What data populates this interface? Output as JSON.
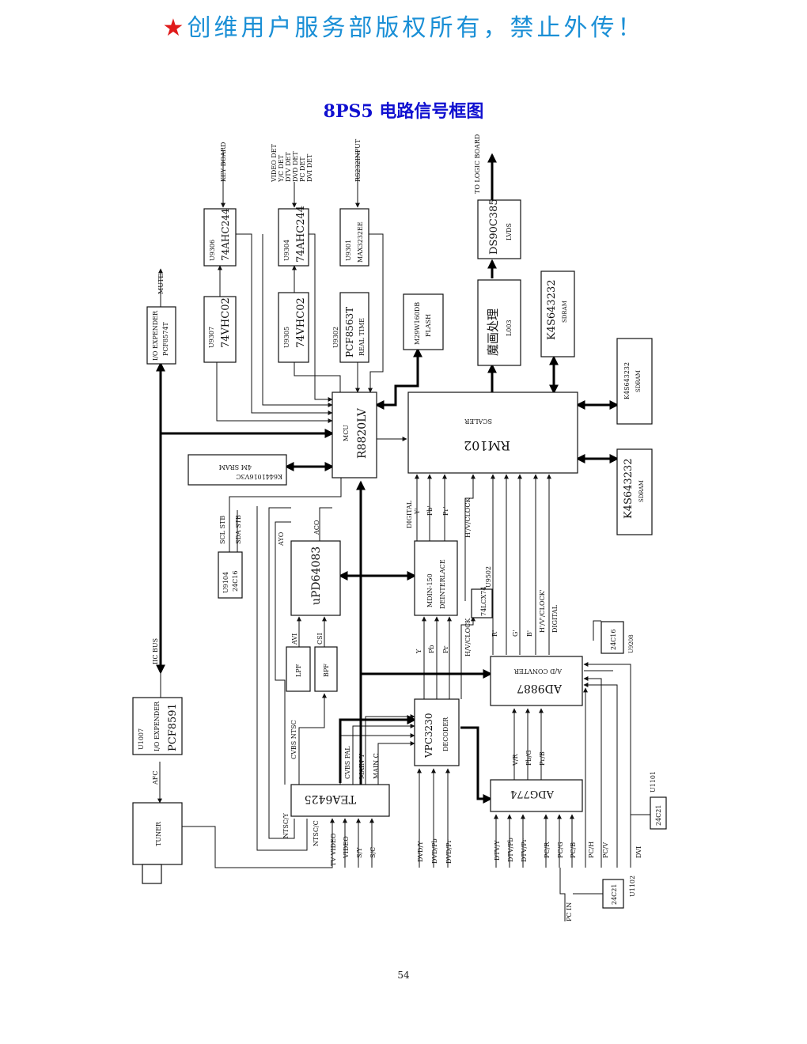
{
  "header": {
    "star": "★",
    "notice": "创维用户服务部版权所有，禁止外传！"
  },
  "title": "8PS5 电路信号框图",
  "page_number": "54",
  "chips": {
    "u9306": {
      "ref": "U9306",
      "part": "74AHC244"
    },
    "u9304": {
      "ref": "U9304",
      "part": "74AHC244"
    },
    "u9301": {
      "ref": "U9301",
      "part": "MAX3232EE"
    },
    "u9307": {
      "ref": "U9307",
      "part": "74VHC02"
    },
    "u9305": {
      "ref": "U9305",
      "part": "74VHC02"
    },
    "u9302": {
      "ref": "U9302",
      "part": "PCF8563T",
      "sub": "REAL TIME"
    },
    "flash": {
      "part": "M29W160DB",
      "sub": "FLASH"
    },
    "lvds": {
      "part": "DS90C385",
      "sub": "LVDS"
    },
    "l003": {
      "part": "魔画处理",
      "ref": "L003"
    },
    "sdram1": {
      "part": "K4S643232",
      "sub": "SDRAM"
    },
    "sdram2": {
      "part": "K4S643232",
      "sub": "SDRAM"
    },
    "sdram3": {
      "part": "K4S643232",
      "sub": "SDRAM"
    },
    "ioexp1": {
      "line1": "I/O EXPENDER",
      "line2": "PCF8574T"
    },
    "mcu": {
      "label": "MCU",
      "part": "R8820LV"
    },
    "scaler": {
      "label": "SCALER",
      "part": "RM102"
    },
    "sram": {
      "part": "K6441016V3C",
      "sub": "4M SRAM"
    },
    "u9104": {
      "ref": "U9104",
      "part": "24C16"
    },
    "upd": {
      "part": "uPD64083"
    },
    "deint": {
      "line1": "MDIN-150",
      "line2": "DEINTERLACE"
    },
    "u9502": {
      "ref": "U9502",
      "part": "74LCX74"
    },
    "u9208": {
      "ref": "U9208",
      "part": "24C16"
    },
    "ad9887": {
      "part": "AD9887",
      "sub": "A/D CONVTER"
    },
    "lpf": "LPF",
    "bpf": "BPF",
    "u1007": {
      "ref": "U1007",
      "line1": "I/O EXPENDER",
      "part": "PCF8591"
    },
    "vpc": {
      "part": "VPC3230",
      "sub": "DECODER"
    },
    "tuner": "TUNER",
    "tea": "TEA6425",
    "adg": "ADG774",
    "u1101": {
      "ref": "U1101",
      "part": "24C21"
    },
    "u1102": {
      "ref": "U1102",
      "part": "24C21"
    }
  },
  "signals": {
    "key_board": "KEY BOARD",
    "det1": "VIDEO DET",
    "det2": "Y/C DET",
    "det3": "DTV DET",
    "det4": "DVD DET",
    "det5": "PC DET",
    "det6": "DVI DET",
    "rs232": "RS232INPUT",
    "logic": "TO LOGIC BOARD",
    "mute": "MUTE",
    "digital_y": "DIGITAL",
    "y_prime": "Y'",
    "pb_prime": "Pb'",
    "pr_prime": "Pr'",
    "hv_clock": "H'/V/CLOCK",
    "scl_stb": "SCL STB",
    "sda_stb": "SDA STB",
    "ayo": "AYO",
    "aco": "ACO",
    "avi": "AVI",
    "csi": "CSI",
    "iic_bus": "IIC BUS",
    "y": "Y",
    "pb": "Pb",
    "pr": "Pr",
    "hv_clk2": "H/V/CLOCK",
    "r_prime": "R'",
    "g_prime": "G'",
    "b_prime": "B'",
    "hv_clock2": "H'/V'/CLOCK'",
    "digital2": "DIGITAL",
    "cvbs_ntsc": "CVBS NTSC",
    "cvbs_pal": "CVBS PAL",
    "main_y": "MAIN Y",
    "main_c": "MAIN C",
    "v_r": "V/R",
    "pb_g": "Pb/G",
    "pr_b": "Pr/B",
    "afc": "AFC",
    "ntsc_y": "NTSC/Y",
    "ntsc_c": "NTSC/C",
    "tv_video": "TV VIDEO",
    "video": "VIDEO",
    "s_y": "S/Y",
    "s_c": "S/C",
    "dvd_y": "DVD/Y",
    "dvd_pb": "DVD/Pb",
    "dvd_pr": "DVD/Pr",
    "dtv_y": "DTV/Y",
    "dtv_pb": "DTV/Pb",
    "dtv_pr": "DTV/Pr",
    "pc_r": "PC/R",
    "pc_g": "PC/G",
    "pc_b": "PC/B",
    "pc_h": "PC/H",
    "pc_v": "PC/V",
    "dvi": "DVI",
    "pc_in": "PC IN"
  }
}
